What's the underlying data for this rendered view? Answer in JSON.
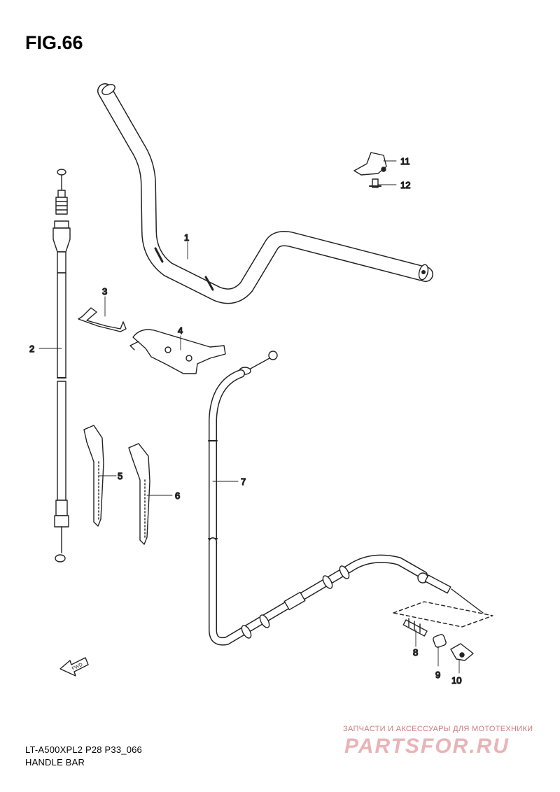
{
  "figure": {
    "title": "FIG.66",
    "code": "LT-A500XPL2 P28 P33_066",
    "name": "HANDLE BAR"
  },
  "parts": [
    {
      "number": "1"
    },
    {
      "number": "2"
    },
    {
      "number": "3"
    },
    {
      "number": "4"
    },
    {
      "number": "5"
    },
    {
      "number": "6"
    },
    {
      "number": "7"
    },
    {
      "number": "8"
    },
    {
      "number": "9"
    },
    {
      "number": "10"
    },
    {
      "number": "11"
    },
    {
      "number": "12"
    }
  ],
  "direction_indicator": {
    "label": "FWD",
    "icon": "forward-arrow-icon"
  },
  "watermark": {
    "tagline": "ЗАПЧАСТИ И АКСЕССУАРЫ ДЛЯ МОТОТЕХНИКИ",
    "logo_text": "PARTSFOR.RU"
  }
}
